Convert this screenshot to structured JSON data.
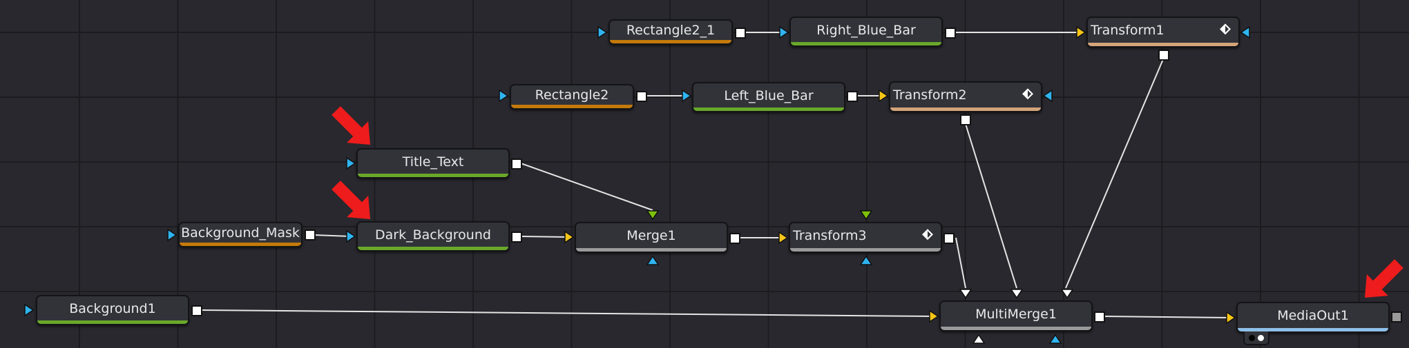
{
  "app": "Fusion Node Editor",
  "colors": {
    "background": "#28282e",
    "grid": "#1c1c20",
    "node_body": "#323339",
    "link": "#e6e6e6",
    "port_blue": "#2fb4f0",
    "port_yellow": "#f5c518",
    "port_green": "#7dc20a",
    "port_white": "#ffffff",
    "bar_orange": "#c47a0a",
    "bar_green": "#6aa82a",
    "bar_tan": "#d4a47a",
    "bar_grey": "#9a9a9a",
    "bar_lightblue": "#8fc0e8",
    "annotation_red": "#ee1c1c"
  },
  "nodes": [
    {
      "id": "rectangle2_1",
      "label": "Rectangle2_1",
      "bar": "bar_orange"
    },
    {
      "id": "right_blue_bar",
      "label": "Right_Blue_Bar",
      "bar": "bar_green"
    },
    {
      "id": "transform1",
      "label": "Transform1",
      "bar": "bar_tan",
      "keyframe_icon": true
    },
    {
      "id": "rectangle2",
      "label": "Rectangle2",
      "bar": "bar_orange"
    },
    {
      "id": "left_blue_bar",
      "label": "Left_Blue_Bar",
      "bar": "bar_green"
    },
    {
      "id": "transform2",
      "label": "Transform2",
      "bar": "bar_tan",
      "keyframe_icon": true
    },
    {
      "id": "title_text",
      "label": "Title_Text",
      "bar": "bar_green"
    },
    {
      "id": "background_mask",
      "label": "Background_Mask",
      "bar": "bar_orange"
    },
    {
      "id": "dark_background",
      "label": "Dark_Background",
      "bar": "bar_green"
    },
    {
      "id": "merge1",
      "label": "Merge1",
      "bar": "bar_grey"
    },
    {
      "id": "transform3",
      "label": "Transform3",
      "bar": "bar_grey",
      "keyframe_icon": true
    },
    {
      "id": "background1",
      "label": "Background1",
      "bar": "bar_green"
    },
    {
      "id": "multimerge1",
      "label": "MultiMerge1",
      "bar": "bar_grey"
    },
    {
      "id": "mediaout1",
      "label": "MediaOut1",
      "bar": "bar_lightblue"
    }
  ],
  "connections": [
    {
      "from": "Rectangle2_1",
      "to": "Right_Blue_Bar"
    },
    {
      "from": "Right_Blue_Bar",
      "to": "Transform1"
    },
    {
      "from": "Rectangle2",
      "to": "Left_Blue_Bar"
    },
    {
      "from": "Left_Blue_Bar",
      "to": "Transform2"
    },
    {
      "from": "Title_Text",
      "to": "Merge1 (foreground)"
    },
    {
      "from": "Background_Mask",
      "to": "Dark_Background"
    },
    {
      "from": "Dark_Background",
      "to": "Merge1 (background)"
    },
    {
      "from": "Merge1",
      "to": "Transform3"
    },
    {
      "from": "Transform3",
      "to": "MultiMerge1 (layer 1)"
    },
    {
      "from": "Transform2",
      "to": "MultiMerge1 (layer 2)"
    },
    {
      "from": "Transform1",
      "to": "MultiMerge1 (layer 3)"
    },
    {
      "from": "Background1",
      "to": "MultiMerge1 (background)"
    },
    {
      "from": "MultiMerge1",
      "to": "MediaOut1"
    }
  ],
  "annotations": [
    {
      "type": "red-arrow",
      "points_to": "Title_Text"
    },
    {
      "type": "red-arrow",
      "points_to": "Dark_Background"
    },
    {
      "type": "red-arrow",
      "points_to": "MediaOut1"
    }
  ]
}
